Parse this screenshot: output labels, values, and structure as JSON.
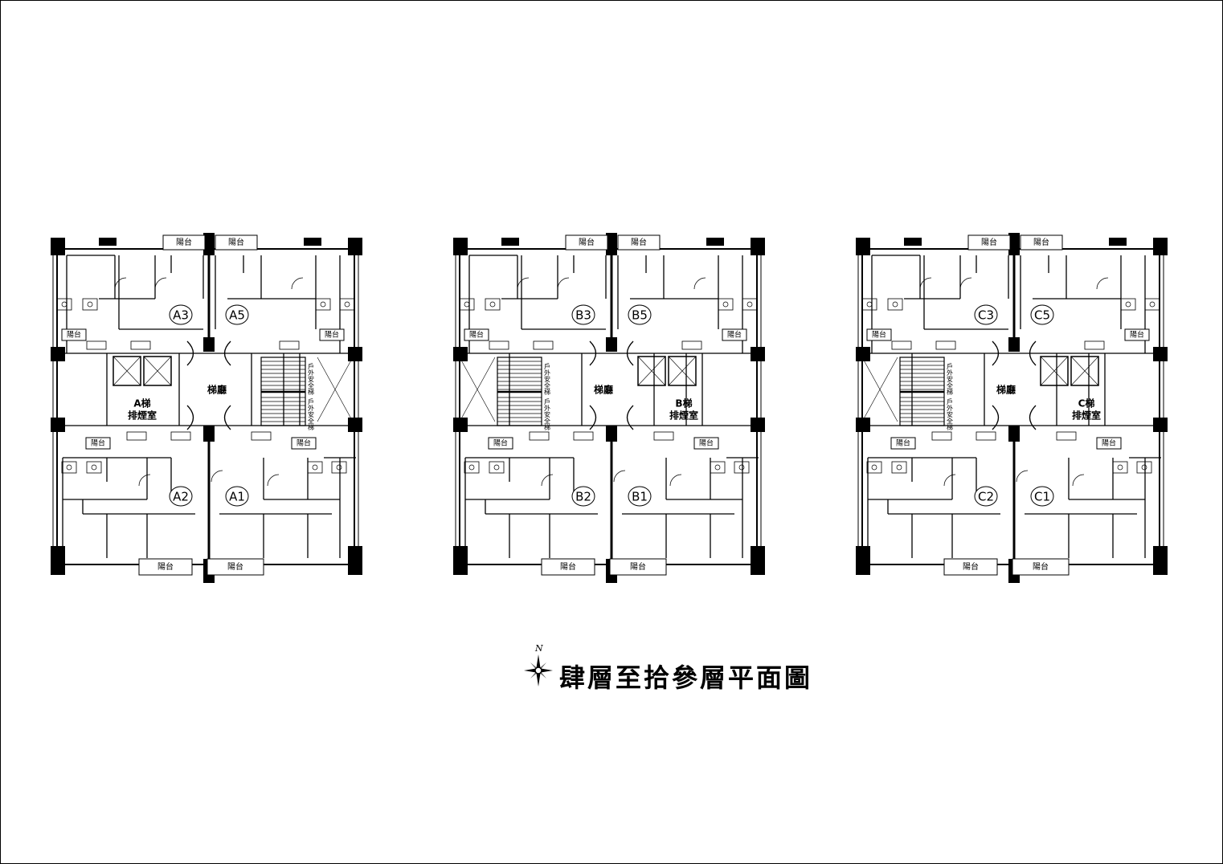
{
  "title": "肆層至拾參層平面圖",
  "compass": {
    "north_label": "N"
  },
  "lobby_label": "梯廳",
  "balcony_label": "陽台",
  "blocks": [
    {
      "id": "A",
      "units": [
        "A3",
        "A5",
        "A2",
        "A1"
      ],
      "shaft_label_1": "A梯",
      "shaft_label_2": "排煙室",
      "stair_label_1": "戶外安全梯",
      "stair_label_2": "戶外安全梯"
    },
    {
      "id": "B",
      "units": [
        "B3",
        "B5",
        "B2",
        "B1"
      ],
      "shaft_label_1": "B梯",
      "shaft_label_2": "排煙室",
      "stair_label_1": "戶外安全梯",
      "stair_label_2": "戶外安全梯"
    },
    {
      "id": "C",
      "units": [
        "C3",
        "C5",
        "C2",
        "C1"
      ],
      "shaft_label_1": "C梯",
      "shaft_label_2": "排煙室",
      "stair_label_1": "戶外安全梯",
      "stair_label_2": "戶外安全梯"
    }
  ]
}
